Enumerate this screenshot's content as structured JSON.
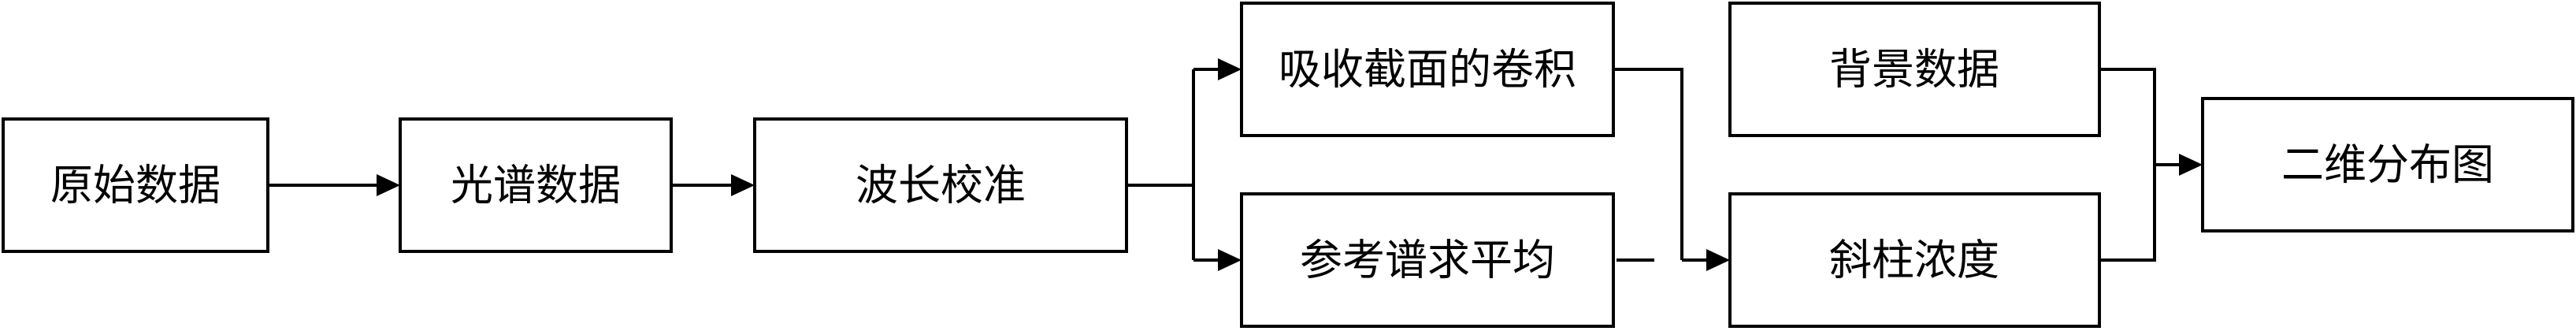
{
  "diagram": {
    "type": "flowchart",
    "direction": "left-to-right",
    "colors": {
      "stroke": "#000000",
      "fill": "#ffffff",
      "text": "#000000"
    },
    "nodes": [
      {
        "id": "raw",
        "label": "原始数据"
      },
      {
        "id": "spectrum",
        "label": "光谱数据"
      },
      {
        "id": "calib",
        "label": "波长校准"
      },
      {
        "id": "crosssec",
        "label": "吸收截面的卷积"
      },
      {
        "id": "refavg",
        "label": "参考谱求平均"
      },
      {
        "id": "background",
        "label": "背景数据"
      },
      {
        "id": "scd",
        "label": "斜柱浓度"
      },
      {
        "id": "map2d",
        "label": "二维分布图"
      }
    ],
    "edges": [
      {
        "from": "raw",
        "to": "spectrum"
      },
      {
        "from": "spectrum",
        "to": "calib"
      },
      {
        "from": "calib",
        "to": "crosssec"
      },
      {
        "from": "calib",
        "to": "refavg"
      },
      {
        "from": "crosssec",
        "to": "scd"
      },
      {
        "from": "refavg",
        "to": "scd"
      },
      {
        "from": "background",
        "to": "map2d"
      },
      {
        "from": "scd",
        "to": "map2d"
      }
    ]
  }
}
